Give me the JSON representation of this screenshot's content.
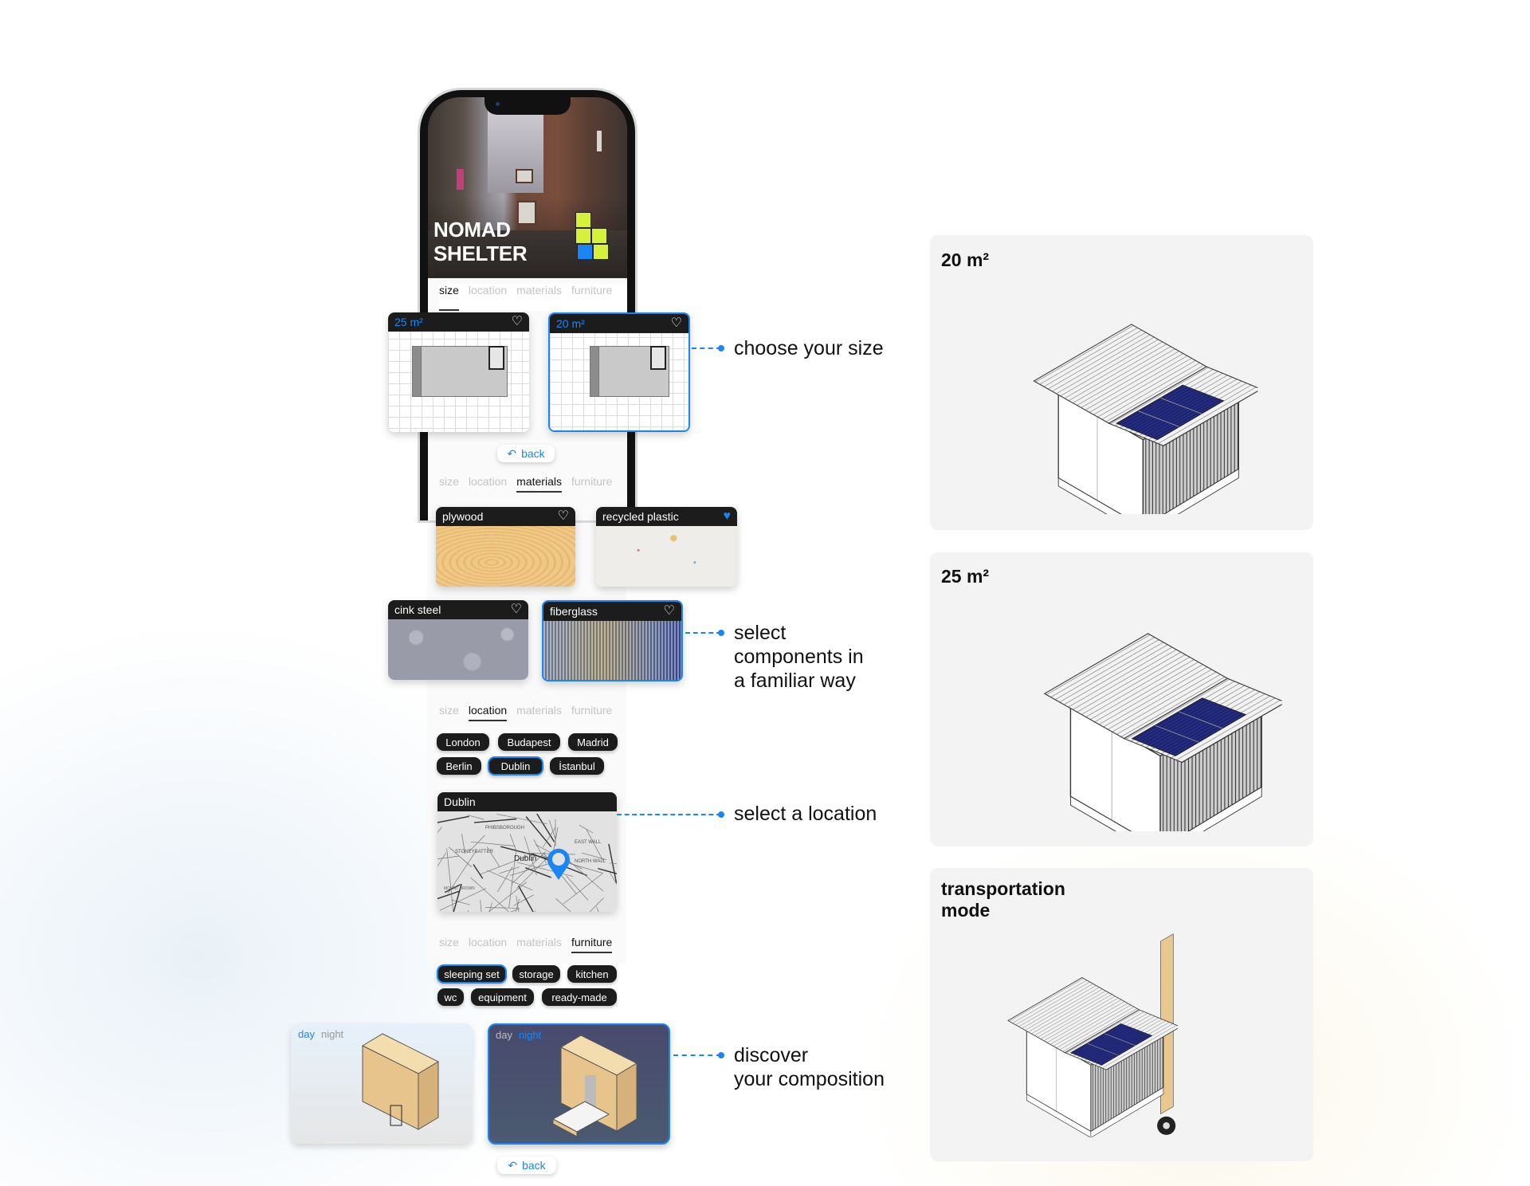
{
  "app": {
    "title_line1": "NOMAD",
    "title_line2": "SHELTER"
  },
  "tabs": [
    "size",
    "location",
    "materials",
    "furniture"
  ],
  "size_cards": [
    {
      "label": "25 m²",
      "selected": false
    },
    {
      "label": "20 m²",
      "selected": true
    }
  ],
  "back_label": "back",
  "materials": [
    {
      "label": "plywood",
      "liked": false
    },
    {
      "label": "recycled plastic",
      "liked": true
    },
    {
      "label": "cink steel",
      "liked": false
    },
    {
      "label": "fiberglass",
      "liked": false,
      "selected": true
    }
  ],
  "locations": [
    "London",
    "Budapest",
    "Madrid",
    "Berlin",
    "Dublin",
    "İstanbul"
  ],
  "selected_location": "Dublin",
  "map": {
    "title": "Dublin",
    "labels": [
      "PHIBSBOROUGH",
      "STONEYBATTER",
      "Dublin",
      "EAST WALL",
      "NORTH WALL",
      "MOUNT BROWN"
    ]
  },
  "furniture": [
    "sleeping set",
    "storage",
    "kitchen",
    "wc",
    "equipment",
    "ready-made"
  ],
  "selected_furniture": "sleeping set",
  "daynight": {
    "day": "day",
    "night": "night"
  },
  "annotations": {
    "size": "choose your size",
    "components": [
      "select",
      "components in",
      "a familiar way"
    ],
    "location": "select a location",
    "discover": [
      "discover",
      "your composition"
    ]
  },
  "right_cards": [
    {
      "title": "20 m²"
    },
    {
      "title": "25 m²"
    },
    {
      "title": [
        "transportation",
        "mode"
      ]
    }
  ],
  "colors": {
    "accent": "#1a86f5",
    "dark": "#1c1c1c",
    "logo_yellow": "#d7f03a"
  }
}
